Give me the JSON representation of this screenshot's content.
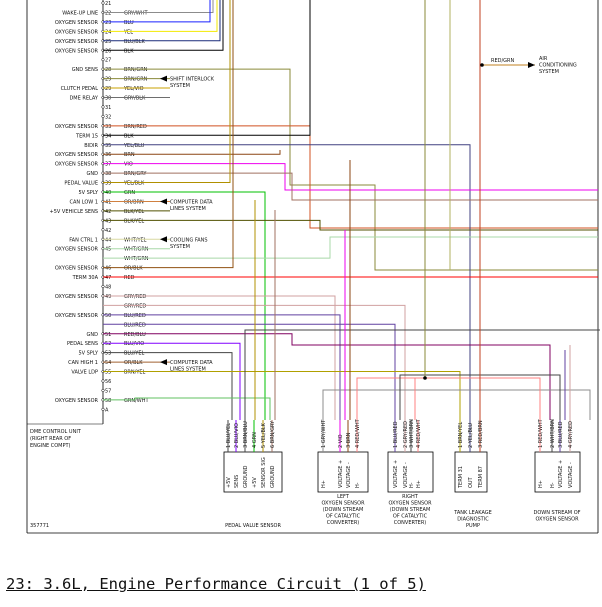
{
  "caption": "23: 3.6L, Engine Performance Circuit (1 of 5)",
  "figure_id": "357771",
  "colors": {
    "GRY/WHT": "#8c8c8c",
    "BLU": "#1a22ff",
    "YEL": "#f2e900",
    "BLU/BLK": "#1a2b7a",
    "BRN/GRN": "#8a8a3a",
    "YEL/VIO": "#c9a200",
    "GRY/BLK": "#6e6e6e",
    "BRN/RED": "#d05020",
    "BLK": "#000000",
    "YEL/BLU": "#404080",
    "BRN": "#8b4513",
    "VIO": "#ee00ee",
    "BRN/GRY": "#a07060",
    "YEL/BLK": "#b09000",
    "GRN": "#00c000",
    "OR/BRN": "#d08040",
    "BLK/YEL": "#505000",
    "WHT/YEL": "#d8d8a0",
    "WHT/GRN": "#a8d8a8",
    "OR/BLK": "#905010",
    "RED": "#ff0000",
    "GRY/RED": "#d0a0a0",
    "BLU/RED": "#6040a0",
    "RED/BLU": "#800060",
    "BLU/VIO": "#8000ff",
    "OR/BLK2": "#a06030",
    "BRN/YEL": "#b0a000",
    "GRN/WHT": "#60c060",
    "BRN/WHT": "#b09070",
    "RED/WHT": "#ff8080",
    "YEL/BLU2": "#e0d040",
    "RED/BRN": "#c04020",
    "RED/GRN": "#c08020",
    "GRN/RED": "#a08000",
    "GRY/YEL": "#b0b060",
    "ORG": "#ff8000",
    "GRY": "#888888"
  },
  "ecu": {
    "label_lines": [
      "DME CONTROL UNIT",
      "(RIGHT REAR OF",
      "ENGINE COMPT)"
    ],
    "pins": [
      {
        "no": "21",
        "func": "",
        "wire": ""
      },
      {
        "no": "22",
        "func": "WAKE-UP LINE",
        "wire": "GRY/WHT"
      },
      {
        "no": "23",
        "func": "OXYGEN SENSOR",
        "wire": "BLU"
      },
      {
        "no": "24",
        "func": "OXYGEN SENSOR",
        "wire": "YEL"
      },
      {
        "no": "25",
        "func": "OXYGEN SENSOR",
        "wire": "BLU/BLK"
      },
      {
        "no": "26",
        "func": "OXYGEN SENSOR",
        "wire": "BLK"
      },
      {
        "no": "27",
        "func": "",
        "wire": ""
      },
      {
        "no": "28",
        "func": "GND SENS",
        "wire": "BRN/GRN"
      },
      {
        "no": "29",
        "func": "",
        "wire": "BRN/GRN"
      },
      {
        "no": "29",
        "func": "CLUTCH PEDAL",
        "wire": "YEL/VIO"
      },
      {
        "no": "30",
        "func": "DME RELAY",
        "wire": "GRY/BLK"
      },
      {
        "no": "31",
        "func": "",
        "wire": ""
      },
      {
        "no": "32",
        "func": "",
        "wire": ""
      },
      {
        "no": "33",
        "func": "OXYGEN SENSOR",
        "wire": "BRN/RED"
      },
      {
        "no": "34",
        "func": "TERM 15",
        "wire": "BLK"
      },
      {
        "no": "35",
        "func": "BIDIR",
        "wire": "YEL/BLU"
      },
      {
        "no": "36",
        "func": "OXYGEN SENSOR",
        "wire": "BRN"
      },
      {
        "no": "37",
        "func": "OXYGEN SENSOR",
        "wire": "VIO"
      },
      {
        "no": "38",
        "func": "GND",
        "wire": "BRN/GRY"
      },
      {
        "no": "39",
        "func": "PEDAL VALUE",
        "wire": "YEL/BLK"
      },
      {
        "no": "40",
        "func": "5V SPLY",
        "wire": "GRN"
      },
      {
        "no": "41",
        "func": "CAN LOW 1",
        "wire": "OR/BRN"
      },
      {
        "no": "42",
        "func": "+5V VEHICLE SENS",
        "wire": "BLK/YEL"
      },
      {
        "no": "43",
        "func": "",
        "wire": "BLK/YEL"
      },
      {
        "no": "42",
        "func": "",
        "wire": ""
      },
      {
        "no": "44",
        "func": "FAN CTRL 1",
        "wire": "WHT/YEL"
      },
      {
        "no": "45",
        "func": "OXYGEN SENSOR",
        "wire": "WHT/GRN"
      },
      {
        "no": "",
        "func": "",
        "wire": "WHT/GRN"
      },
      {
        "no": "46",
        "func": "OXYGEN SENSOR",
        "wire": "OR/BLK"
      },
      {
        "no": "47",
        "func": "TERM 30A",
        "wire": "RED"
      },
      {
        "no": "48",
        "func": "",
        "wire": ""
      },
      {
        "no": "49",
        "func": "OXYGEN SENSOR",
        "wire": "GRY/RED"
      },
      {
        "no": "",
        "func": "",
        "wire": "GRY/RED"
      },
      {
        "no": "50",
        "func": "OXYGEN SENSOR",
        "wire": "BLU/RED"
      },
      {
        "no": "",
        "func": "",
        "wire": "BLU/RED"
      },
      {
        "no": "51",
        "func": "GND",
        "wire": "RED/BLU"
      },
      {
        "no": "52",
        "func": "PEDAL SENS",
        "wire": "BLU/VIO"
      },
      {
        "no": "53",
        "func": "5V SPLY",
        "wire": "BLU/YEL"
      },
      {
        "no": "54",
        "func": "CAN HIGH 1",
        "wire": "OR/BLK"
      },
      {
        "no": "55",
        "func": "VALVE LDP",
        "wire": "BRN/YEL"
      },
      {
        "no": "56",
        "func": "",
        "wire": ""
      },
      {
        "no": "57",
        "func": "",
        "wire": ""
      },
      {
        "no": "58",
        "func": "OXYGEN SENSOR",
        "wire": "GRN/WHT"
      },
      {
        "no": "A",
        "func": "",
        "wire": ""
      }
    ]
  },
  "callouts": [
    {
      "text_lines": [
        "SHIFT INTERLOCK",
        "SYSTEM"
      ]
    },
    {
      "text_lines": [
        "COMPUTER DATA",
        "LINES SYSTEM"
      ]
    },
    {
      "text_lines": [
        "COOLING FANS",
        "SYSTEM"
      ]
    },
    {
      "text_lines": [
        "COMPUTER DATA",
        "LINES SYSTEM"
      ]
    },
    {
      "text_lines": [
        "AIR",
        "CONDITIONING",
        "SYSTEM"
      ],
      "wire": "RED/GRN"
    }
  ],
  "components": [
    {
      "name_lines": [
        "PEDAL VALUE SENSOR"
      ],
      "pins": [
        {
          "no": "1",
          "wire": "BLU/YEL",
          "func": "+5V"
        },
        {
          "no": "2",
          "wire": "BLU/VIO",
          "func": "SENS"
        },
        {
          "no": "3",
          "wire": "BRN/BLU",
          "func": "GROUND"
        },
        {
          "no": "4",
          "wire": "GRN",
          "func": "+5V"
        },
        {
          "no": "5",
          "wire": "YEL/BLK",
          "func": "SENSOR SIG"
        },
        {
          "no": "6",
          "wire": "BRN/GRY",
          "func": "GROUND"
        }
      ]
    },
    {
      "name_lines": [
        "LEFT",
        "OXYGEN SENSOR",
        "(DOWN STREAM",
        "OF CATALYTIC",
        "CONVERTER)"
      ],
      "pins": [
        {
          "no": "1",
          "wire": "GRY/WHT",
          "func": "H+"
        },
        {
          "no": "2",
          "wire": "VIO",
          "func": "VOLTAGE +"
        },
        {
          "no": "3",
          "wire": "BRN",
          "func": "VOLTAGE -"
        },
        {
          "no": "4",
          "wire": "RED/WHT",
          "func": "H-"
        }
      ]
    },
    {
      "name_lines": [
        "RIGHT",
        "OXYGEN SENSOR",
        "(DOWN STREAM",
        "OF CATALYTIC",
        "CONVERTER)"
      ],
      "pins": [
        {
          "no": "1",
          "wire": "BLU/RED",
          "func": "VOLTAGE +"
        },
        {
          "no": "2",
          "wire": "GRY/RED",
          "func": "VOLTAGE -"
        },
        {
          "no": "3",
          "wire": "WHT/BRN",
          "func": "H-"
        },
        {
          "no": "4",
          "wire": "RED/WHT",
          "func": "H+"
        }
      ]
    },
    {
      "name_lines": [
        "TANK LEAKAGE",
        "DIAGNOSTIC",
        "PUMP"
      ],
      "pins": [
        {
          "no": "1",
          "wire": "BRN/YEL",
          "func": "TERM 31"
        },
        {
          "no": "2",
          "wire": "YEL/BLU",
          "func": "OUT"
        },
        {
          "no": "3",
          "wire": "RED/BRN",
          "func": "TERM 87"
        }
      ]
    },
    {
      "name_lines": [
        "DOWN STREAM OF",
        "OXYGEN SENSOR"
      ],
      "pins": [
        {
          "no": "1",
          "wire": "RED/WHT",
          "func": "H+"
        },
        {
          "no": "2",
          "wire": "WHT/BRN",
          "func": "H-"
        },
        {
          "no": "3",
          "wire": "BLU/RED",
          "func": "VOLTAGE +"
        },
        {
          "no": "4",
          "wire": "GRY/RED",
          "func": "VOLTAGE -"
        }
      ]
    }
  ]
}
